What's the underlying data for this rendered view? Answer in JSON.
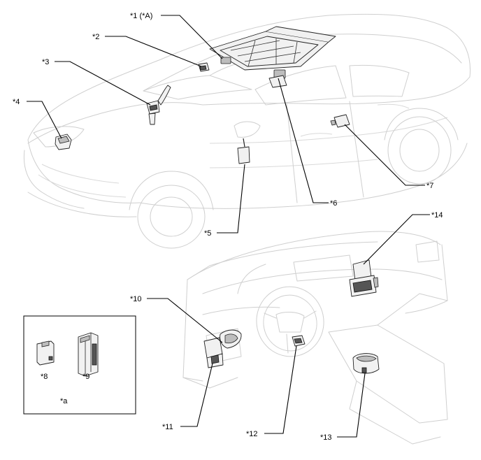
{
  "callouts": {
    "c1": "*1 (*A)",
    "c2": "*2",
    "c3": "*3",
    "c4": "*4",
    "c5": "*5",
    "c6": "*6",
    "c7": "*7",
    "c8": "*8",
    "c9": "*9",
    "c10": "*10",
    "c11": "*11",
    "c12": "*12",
    "c13": "*13",
    "c14": "*14",
    "ca": "*a"
  }
}
